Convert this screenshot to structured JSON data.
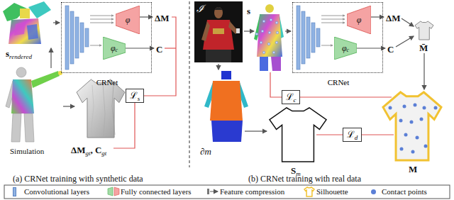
{
  "diagram": {
    "nodes": [
      {
        "text": [
          "CRNet"
        ]
      },
      {
        "text": [
          "φ"
        ],
        "in": 0
      },
      {
        "text": [
          "φ",
          "c"
        ],
        "in": 0
      },
      {
        "text": [
          "ℒ",
          "s"
        ]
      },
      {
        "text": [
          "CRNet"
        ]
      },
      {
        "text": [
          "φ"
        ],
        "in": 4
      },
      {
        "text": [
          "φ",
          "c"
        ],
        "in": 4
      },
      {
        "text": [
          "ℒ",
          "c"
        ]
      },
      {
        "text": [
          "ℒ",
          "d"
        ]
      }
    ],
    "labels": [
      "s",
      "rendered",
      "ΔM",
      "C",
      "Simulation",
      "ΔM",
      "gt",
      ", C",
      "gt",
      "(a) CRNet training with synthetic data",
      "ℐ",
      "s",
      "ΔM",
      "C",
      "M̄",
      "∂m",
      "S",
      "m",
      "M",
      "(b) CRNet training with real data"
    ],
    "legend": [
      {
        "text": "Convolutional layers",
        "color": "#8fb2e3"
      },
      {
        "text": "Fully connected layers"
      },
      {
        "text": "Feature compression"
      },
      {
        "text": "Silhouette"
      },
      {
        "text": "Contact points",
        "color": "#5b7fd6"
      }
    ]
  }
}
